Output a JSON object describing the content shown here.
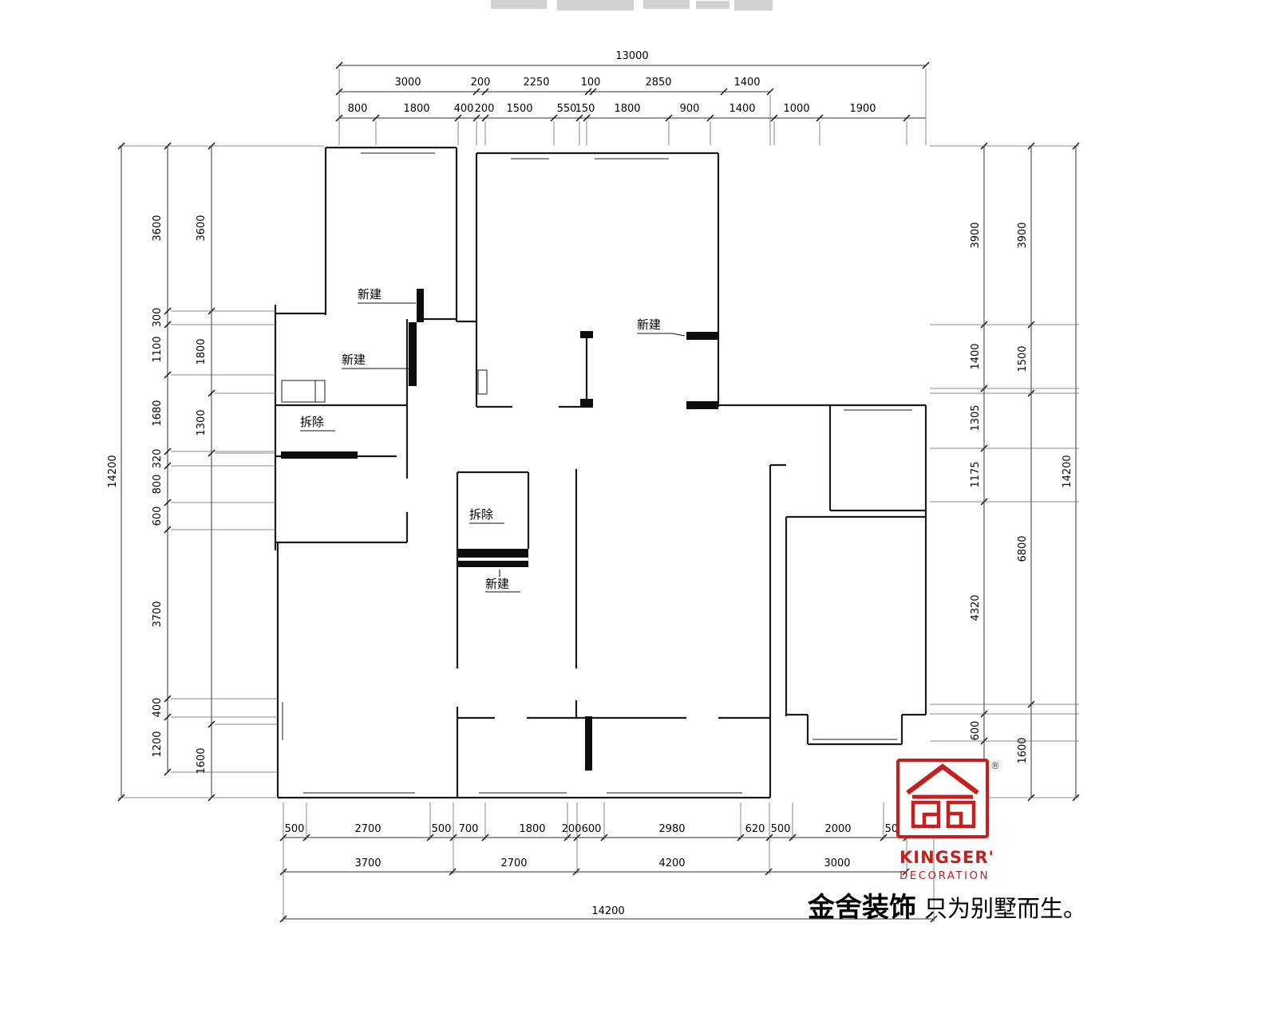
{
  "dims": {
    "top": {
      "total": "13000",
      "row2": [
        "3000",
        "200",
        "2250",
        "100",
        "2850",
        "1400"
      ],
      "row3": [
        "800",
        "1800",
        "400",
        "200",
        "1500",
        "550",
        "150",
        "1800",
        "900",
        "1400",
        "1000",
        "1900"
      ]
    },
    "left": {
      "total": "14200",
      "col_outer": [
        "3600",
        "300",
        "1100",
        "1680",
        "320",
        "800",
        "600",
        "3700",
        "400",
        "1200"
      ],
      "col_inner": [
        "3600",
        "1800",
        "1300",
        "1600"
      ]
    },
    "right": {
      "total": "14200",
      "col_inner": [
        "3900",
        "1400",
        "1305",
        "1175",
        "4320",
        "600"
      ],
      "col_outer": [
        "3900",
        "1500",
        "6800",
        "1600"
      ]
    },
    "bottom": {
      "total": "14200",
      "row1": [
        "500",
        "2700",
        "500",
        "700",
        "1800",
        "200",
        "600",
        "2980",
        "620",
        "500",
        "2000",
        "500"
      ],
      "row2": [
        "3700",
        "2700",
        "4200",
        "3000"
      ]
    }
  },
  "annotations": {
    "new_build": "新建",
    "demolish": "拆除"
  },
  "branding": {
    "company": "KINGSER'",
    "division": "DECORATION",
    "registered": "®",
    "slogan_primary": "金舍装饰",
    "slogan_secondary": "只为别墅而生。",
    "accent_color": "#c5201f"
  }
}
